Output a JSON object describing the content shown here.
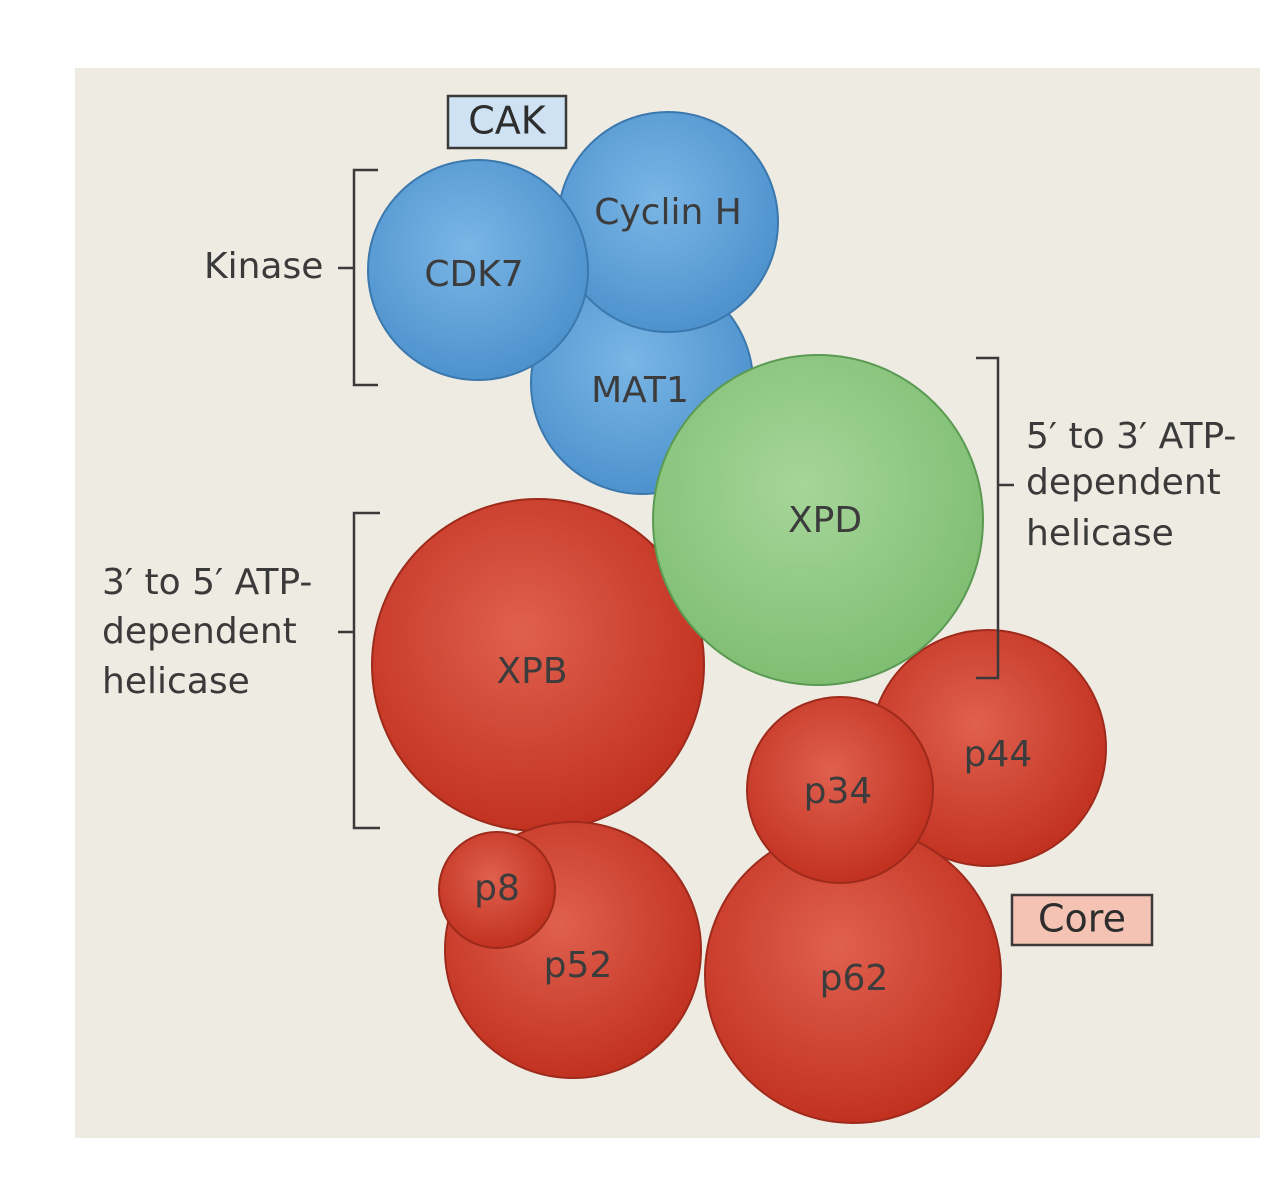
{
  "tags": {
    "cak": "CAK",
    "core": "Core"
  },
  "annotations": {
    "kinase": "Kinase",
    "helicase_5to3": [
      "5′ to 3′ ATP-",
      "dependent",
      "helicase"
    ],
    "helicase_3to5": [
      "3′ to 5′ ATP-",
      "dependent",
      "helicase"
    ]
  },
  "subunits": {
    "cdk7": "CDK7",
    "cyclin_h": "Cyclin H",
    "mat1": "MAT1",
    "xpd": "XPD",
    "xpb": "XPB",
    "p8": "p8",
    "p52": "p52",
    "p62": "p62",
    "p34": "p34",
    "p44": "p44"
  },
  "colors": {
    "background": "#eeebe2",
    "cak_blue": "#5b9fd6",
    "xpd_green": "#8ec882",
    "core_red": "#cf3b2c",
    "cak_tag_fill": "#cfe2f3",
    "core_tag_fill": "#f4c3b4"
  }
}
